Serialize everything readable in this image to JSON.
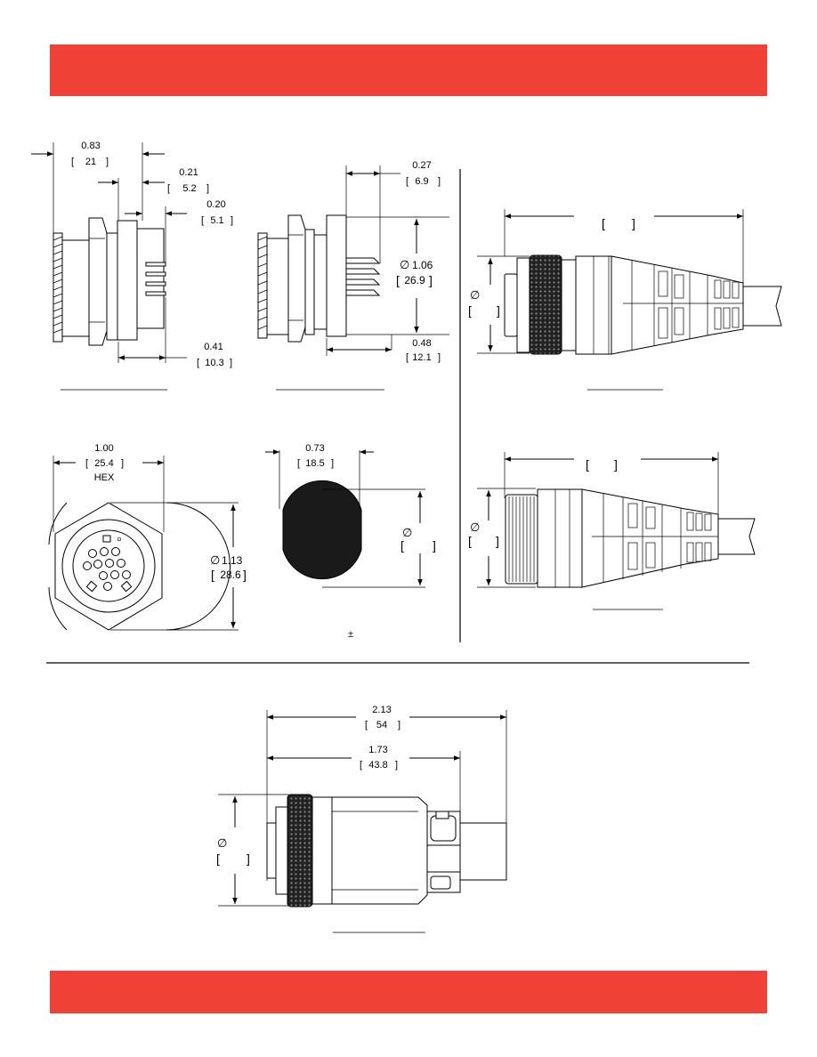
{
  "colors": {
    "band": "#ef4136",
    "ink": "#000000",
    "rule": "#000000",
    "disc": "#1a1a1a"
  },
  "dims": {
    "a_in": "0.83",
    "a_mm": "21",
    "b_in": "0.21",
    "b_mm": "5.2",
    "c_in": "0.20",
    "c_mm": "5.1",
    "d_in": "0.41",
    "d_mm": "10.3",
    "e_in": "0.27",
    "e_mm": "6.9",
    "f_in": "1.06",
    "f_mm": "26.9",
    "g_in": "0.48",
    "g_mm": "12.1",
    "h_in": "1.00",
    "h_mm": "25.4",
    "h_note": "HEX",
    "i_in": "1.13",
    "i_mm": "28.6",
    "j_in": "0.73",
    "j_mm": "18.5",
    "k_in": "2.13",
    "k_mm": "54",
    "l_in": "1.73",
    "l_mm": "43.8"
  },
  "symbols": {
    "diameter": "∅",
    "plusminus": "±",
    "bracket_open": "[",
    "bracket_close": "]"
  }
}
